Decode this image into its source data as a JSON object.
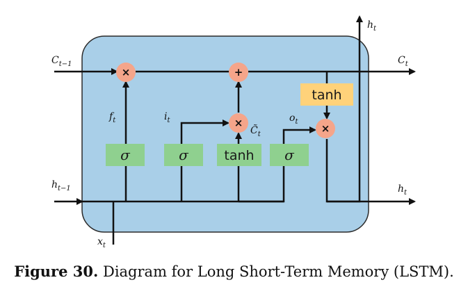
{
  "labels": {
    "c_prev": "C",
    "c_prev_sub": "t−1",
    "c_next": "C",
    "c_next_sub": "t",
    "h_prev": "h",
    "h_prev_sub": "t−1",
    "h_next": "h",
    "h_next_sub": "t",
    "h_out": "h",
    "h_out_sub": "t",
    "x_in": "x",
    "x_in_sub": "t",
    "f_gate": "f",
    "f_gate_sub": "t",
    "i_gate": "i",
    "i_gate_sub": "t",
    "o_gate": "o",
    "o_gate_sub": "t",
    "c_tilde": "C̃",
    "c_tilde_sub": "t"
  },
  "gates": {
    "forget": "σ",
    "input": "σ",
    "candidate": "tanh",
    "output": "σ",
    "cell_tanh": "tanh"
  },
  "ops": {
    "mul_forget": "×",
    "add_cell": "+",
    "mul_input": "×",
    "mul_output": "×"
  },
  "colors": {
    "cell_fill": "#a9cfe8",
    "cell_border": "#2a2a2a",
    "gate_green": "#8fd08f",
    "tanh_orange": "#ffd27a",
    "op_salmon": "#f5a58a"
  },
  "caption": {
    "prefix": "Figure 30.",
    "text": " Diagram for Long Short-Term Memory (LSTM)."
  }
}
